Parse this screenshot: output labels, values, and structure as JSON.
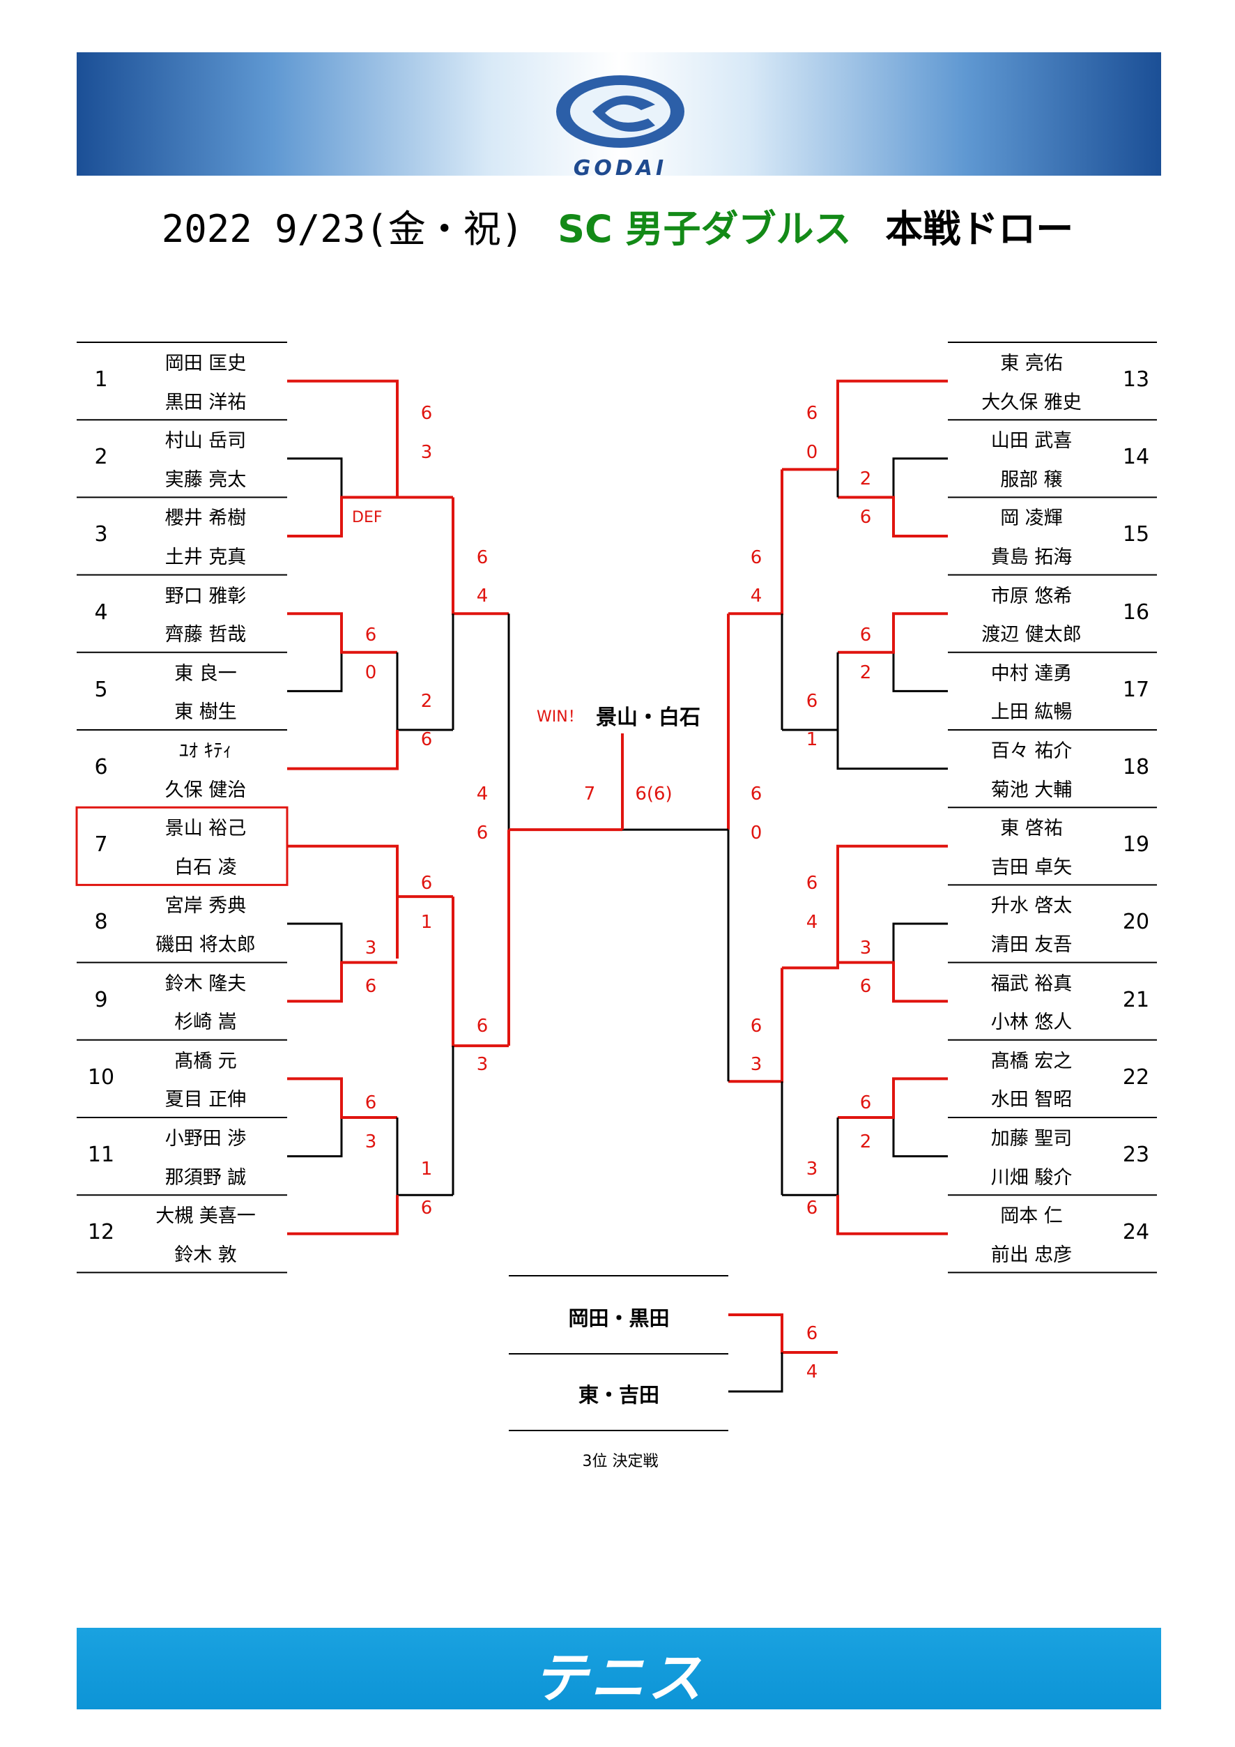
{
  "header": {
    "logo_text": "GODAI"
  },
  "title": {
    "date": "2022  9/23(金・祝)",
    "event": "SC 男子ダブルス",
    "draw": "本戦ドロー"
  },
  "left_teams": [
    {
      "seed": "1",
      "p1": "岡田  匡史",
      "p2": "黒田  洋祐"
    },
    {
      "seed": "2",
      "p1": "村山  岳司",
      "p2": "実藤  亮太"
    },
    {
      "seed": "3",
      "p1": "櫻井  希樹",
      "p2": "土井  克真"
    },
    {
      "seed": "4",
      "p1": "野口  雅彰",
      "p2": "齊藤  哲哉"
    },
    {
      "seed": "5",
      "p1": "東  良一",
      "p2": "東  樹生"
    },
    {
      "seed": "6",
      "p1": "ﾕｵ  ｷﾃｨ",
      "p2": "久保  健治"
    },
    {
      "seed": "7",
      "p1": "景山  裕己",
      "p2": "白石  凌"
    },
    {
      "seed": "8",
      "p1": "宮岸  秀典",
      "p2": "磯田  将太郎"
    },
    {
      "seed": "9",
      "p1": "鈴木  隆夫",
      "p2": "杉崎  嵩"
    },
    {
      "seed": "10",
      "p1": "髙橋  元",
      "p2": "夏目  正伸"
    },
    {
      "seed": "11",
      "p1": "小野田  渉",
      "p2": "那須野  誠"
    },
    {
      "seed": "12",
      "p1": "大槻  美喜一",
      "p2": "鈴木  敦"
    }
  ],
  "right_teams": [
    {
      "seed": "13",
      "p1": "東  亮佑",
      "p2": "大久保  雅史"
    },
    {
      "seed": "14",
      "p1": "山田  武喜",
      "p2": "服部  穣"
    },
    {
      "seed": "15",
      "p1": "岡  凌輝",
      "p2": "貴島  拓海"
    },
    {
      "seed": "16",
      "p1": "市原  悠希",
      "p2": "渡辺  健太郎"
    },
    {
      "seed": "17",
      "p1": "中村  達勇",
      "p2": "上田  紘暢"
    },
    {
      "seed": "18",
      "p1": "百々  祐介",
      "p2": "菊池  大輔"
    },
    {
      "seed": "19",
      "p1": "東  啓祐",
      "p2": "吉田  卓矢"
    },
    {
      "seed": "20",
      "p1": "升水  啓太",
      "p2": "清田  友吾"
    },
    {
      "seed": "21",
      "p1": "福武  裕真",
      "p2": "小林  悠人"
    },
    {
      "seed": "22",
      "p1": "髙橋  宏之",
      "p2": "水田  智昭"
    },
    {
      "seed": "23",
      "p1": "加藤  聖司",
      "p2": "川畑  駿介"
    },
    {
      "seed": "24",
      "p1": "岡本  仁",
      "p2": "前出  忠彦"
    }
  ],
  "left_scores": {
    "r1_a": [
      "DEF"
    ],
    "r1_b": [
      "6",
      "0"
    ],
    "r1_c": [
      "3",
      "6"
    ],
    "r1_d": [
      "6",
      "3"
    ],
    "r2_a": [
      "6",
      "3"
    ],
    "r2_b": [
      "2",
      "6"
    ],
    "r2_c": [
      "6",
      "1"
    ],
    "r2_d": [
      "1",
      "6"
    ],
    "sf_a": [
      "6",
      "4"
    ],
    "sf_b": [
      "6",
      "3"
    ],
    "sf_final": [
      "4",
      "6"
    ]
  },
  "right_scores": {
    "r1_a": [
      "2",
      "6"
    ],
    "r1_b": [
      "6",
      "2"
    ],
    "r1_c": [
      "3",
      "6"
    ],
    "r1_d": [
      "6",
      "2"
    ],
    "r2_a": [
      "6",
      "0"
    ],
    "r2_b": [
      "6",
      "1"
    ],
    "r2_c": [
      "6",
      "4"
    ],
    "r2_d": [
      "3",
      "6"
    ],
    "sf_a": [
      "6",
      "4"
    ],
    "sf_b": [
      "6",
      "3"
    ],
    "sf_final": [
      "6",
      "0"
    ]
  },
  "final": {
    "win_label": "WIN！",
    "winner": "景山・白石",
    "score_left": "7",
    "score_right": "6(6)"
  },
  "third_place": {
    "team1": "岡田・黒田",
    "team2": "東・吉田",
    "score1": "6",
    "score2": "4",
    "caption": "3位  決定戦"
  },
  "footer": {
    "text": "テニス"
  },
  "colors": {
    "red": "#e0140f",
    "green": "#138a17",
    "banner_blue": "#1b4f96",
    "footer_blue": "#1aa2e0"
  }
}
